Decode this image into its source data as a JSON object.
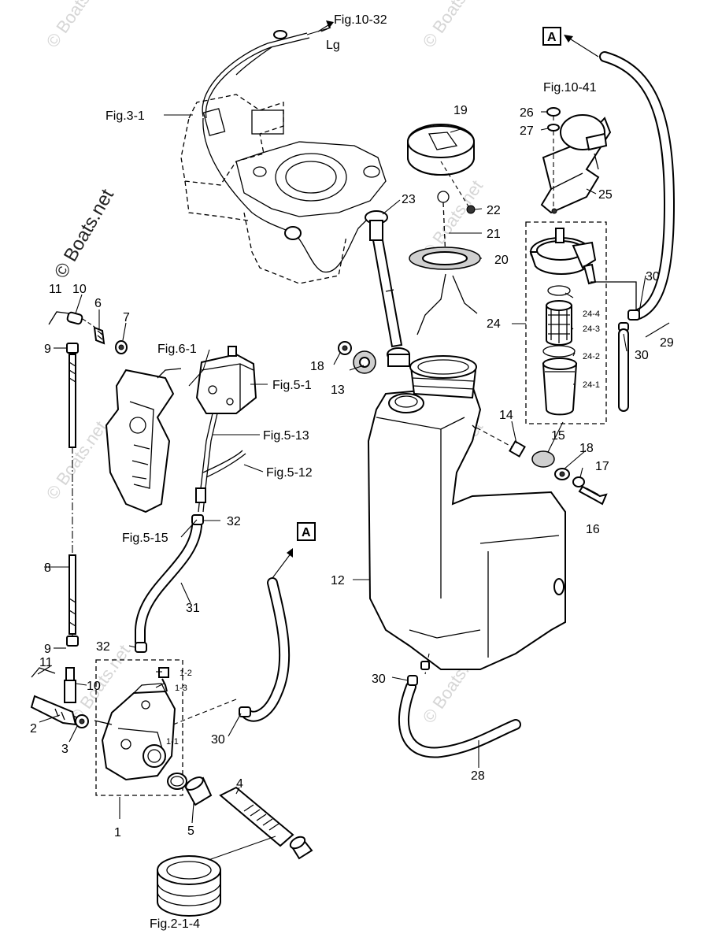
{
  "watermark": {
    "text": "© Boats.net"
  },
  "figure_refs": {
    "fig_10_32": "Fig.10-32",
    "lg": "Lg",
    "fig_3_1": "Fig.3-1",
    "fig_10_41": "Fig.10-41",
    "fig_6_1": "Fig.6-1",
    "fig_5_1": "Fig.5-1",
    "fig_5_13": "Fig.5-13",
    "fig_5_12": "Fig.5-12",
    "fig_5_15": "Fig.5-15",
    "fig_2_1_4": "Fig.2-1-4"
  },
  "connector_marks": {
    "a_top": "A",
    "a_mid": "A"
  },
  "callouts": {
    "p1": "1",
    "p1_1": "1-1",
    "p1_2": "1-2",
    "p1_3": "1-3",
    "p2": "2",
    "p3": "3",
    "p4": "4",
    "p5": "5",
    "p6": "6",
    "p7": "7",
    "p8": "8",
    "p9_top": "9",
    "p9_bot": "9",
    "p10_top": "10",
    "p10_bot": "10",
    "p11_top": "11",
    "p11_bot": "11",
    "p12": "12",
    "p13": "13",
    "p14": "14",
    "p15": "15",
    "p16": "16",
    "p17": "17",
    "p18_left": "18",
    "p18_right": "18",
    "p19": "19",
    "p20": "20",
    "p21": "21",
    "p22": "22",
    "p23": "23",
    "p24": "24",
    "p24_1": "24-1",
    "p24_2": "24-2",
    "p24_3": "24-3",
    "p24_4": "24-4",
    "p25": "25",
    "p26": "26",
    "p27": "27",
    "p28": "28",
    "p29": "29",
    "p30_right_top": "30",
    "p30_right_bot": "30",
    "p30_mid": "30",
    "p30_tank": "30",
    "p31": "31",
    "p32_top": "32",
    "p32_bot": "32"
  }
}
